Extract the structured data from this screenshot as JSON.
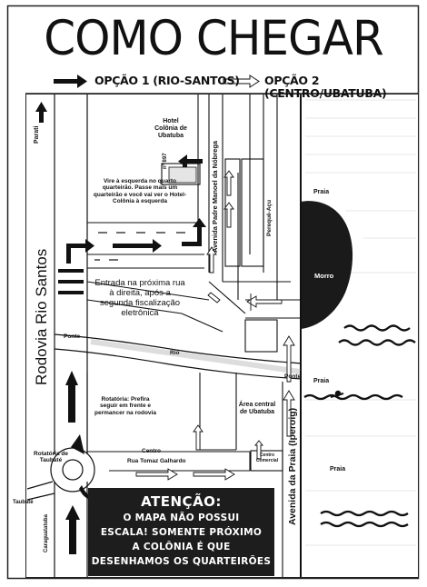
{
  "title": "COMO CHEGAR",
  "options": {
    "option1": "OPÇÃO 1 (RIO-SANTOS)",
    "option2": "OPÇÃO 2 (CENTRO/UBATUBA)"
  },
  "labels": {
    "paraty": "Parati",
    "hotel_name": "Hotel Colônia de Ubatuba",
    "hotel_number": "nº 897",
    "avenida_padre": "Avenida Padre Manoel da Nóbrega",
    "perequeacu": "Perequê-Açu",
    "praia_top": "Praia",
    "praia_mid": "Praia",
    "praia_bottom": "Praia",
    "morro": "Morro",
    "rodovia": "Rodovia Rio Santos",
    "ponte_left": "Ponte",
    "ponte_right": "Ponte",
    "rio": "Rio",
    "area_central": "Área central de Ubatuba",
    "rotatoria_taubate": "Rotatória de Taubaté",
    "taubate": "Taubaté",
    "caraguatatuba": "Caraguatatuba",
    "centro": "Centro",
    "rua_tomaz": "Rua Tomaz Galhardo",
    "centro_comercial": "Centro Comercial",
    "avenida_praia": "Avenida da Praia (Iperoig)"
  },
  "notes": {
    "vire": "Vire à esquerda no quarto quarteirão. Passe mais um quarteirão e você vai ver o Hotel-Colônia à esquerda",
    "entrada": "Entrada na próxima rua à direita, após a segunda fiscalização eletrônica",
    "rotatoria": "Rotatória: Prefira seguir em frente e permancer na rodovia"
  },
  "warning": {
    "title": "ATENÇÃO:",
    "line1": "O MAPA NÃO POSSUI",
    "line2": "ESCALA! SOMENTE PRÓXIMO",
    "line3": "A COLÔNIA É QUE",
    "line4": "DESENHAMOS OS QUARTEIRÕES"
  },
  "colors": {
    "ink": "#111111",
    "sea": "#1a1a1a",
    "background": "#ffffff"
  }
}
